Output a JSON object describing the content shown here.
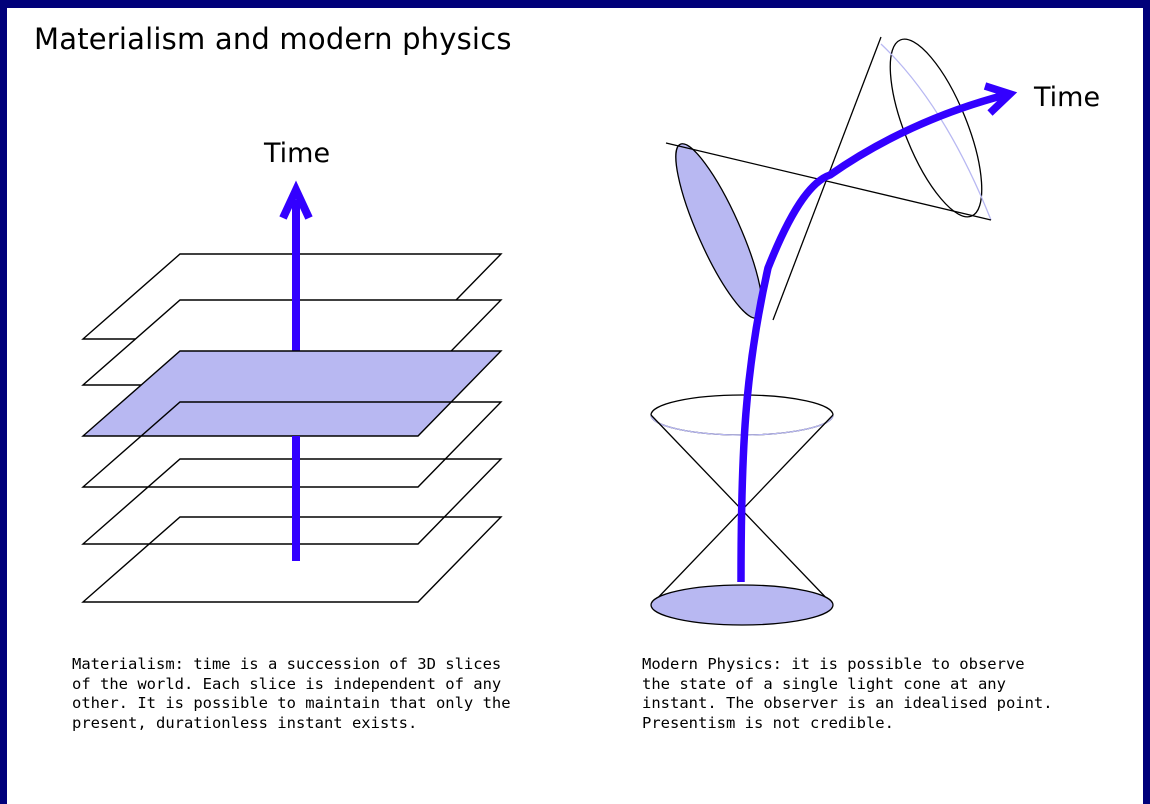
{
  "title": "Materialism and modern physics",
  "left_panel": {
    "axis_label": "Time",
    "caption": "Materialism: time is a succession of 3D slices\nof the world. Each slice is independent of any\nother. It is possible to maintain that only the\npresent, durationless instant exists."
  },
  "right_panel": {
    "axis_label": "Time",
    "caption": "Modern Physics: it is possible to observe\nthe state of a single light cone at any\ninstant. The observer is an idealised point.\nPresentism is not credible."
  },
  "colors": {
    "frame": "#00007a",
    "arrow": "#3300ff",
    "fill": "#b8b8f2",
    "outline": "#000000"
  }
}
